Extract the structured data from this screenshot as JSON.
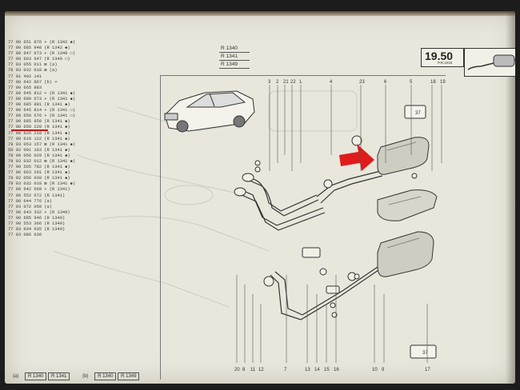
{
  "page": {
    "section_number": "19.50",
    "page_ref": "P.R.1018",
    "models": [
      "R 1340",
      "R 1341",
      "R 1349"
    ]
  },
  "part_codes": [
    "77 00 651 876 + (R 1342 ◆)",
    "77 00 685 948 (R 1342 ◆)",
    "77 00 647 673 + (R 1340 ▭)",
    "77 00 693 647 (R 1340 ▭)",
    "77 03 055 011 ⊠ (a)",
    "76 03 032 018 ⊠ (a)",
    "77 01 402 141",
    "77 00 642 867 (b) ➡",
    "77 00 665 883",
    "77 00 645 812 + (R 1341 ◆)",
    "77 00 690 673 + (R 1341 ◆)",
    "77 00 685 881 (R 1341 ◆)",
    "77 00 645 814 + (R 1341 ▭)",
    "77 00 650 676 + (R 1341 ▭)",
    "77 00 685 850 (R 1341 ◆)",
    "77 00 659 220 (R 1341 ◆)",
    "77 00 626 210 (R 1341 ◆)",
    "77 00 610 122 (R 1341 ◆)",
    "79 03 053 157 ⊠ (R 1341 ◆)",
    "50 02 001 163 (R 1341 ◆)",
    "79 00 056 029 (R 1341 ◆)",
    "79 03 032 012 ⊠ (R 1341 ◆)",
    "77 00 565 782 (R 1341 ◆)",
    "77 06 663 201 (R 1341 ◆)",
    "79 02 056 030 (R 1341 ◆)",
    "79 03 032 018 ⊠ (R 1341 ◆)",
    "77 00 642 669 + (R 1341)",
    "77 00 552 672 (R 1341)",
    "77 00 644 776 (a)",
    "77 03 072 050 (a)",
    "77 00 643 332 + (R 1349)",
    "77 00 685 946 (R 1349)",
    "77 00 553 366 (R 1349)",
    "77 03 034 035 (R 1349)",
    "77 03 086 036"
  ],
  "callouts_top": [
    "3",
    "2",
    "21",
    "22",
    "1",
    "4",
    "23",
    "6",
    "5",
    "18",
    "19"
  ],
  "callouts_bottom": [
    "20",
    "8",
    "11",
    "12",
    "7",
    "13",
    "14",
    "15",
    "16",
    "10",
    "9",
    "17"
  ],
  "torque_labels": [
    "37",
    "37"
  ],
  "legend": {
    "a_label": "(a)",
    "a_models": [
      "R 1340",
      "R 1341"
    ],
    "b_label": "(b)",
    "b_models": [
      "R 1340",
      "R 1349"
    ]
  },
  "colors": {
    "arrow": "#e01b1b",
    "underline": "#c21515"
  }
}
